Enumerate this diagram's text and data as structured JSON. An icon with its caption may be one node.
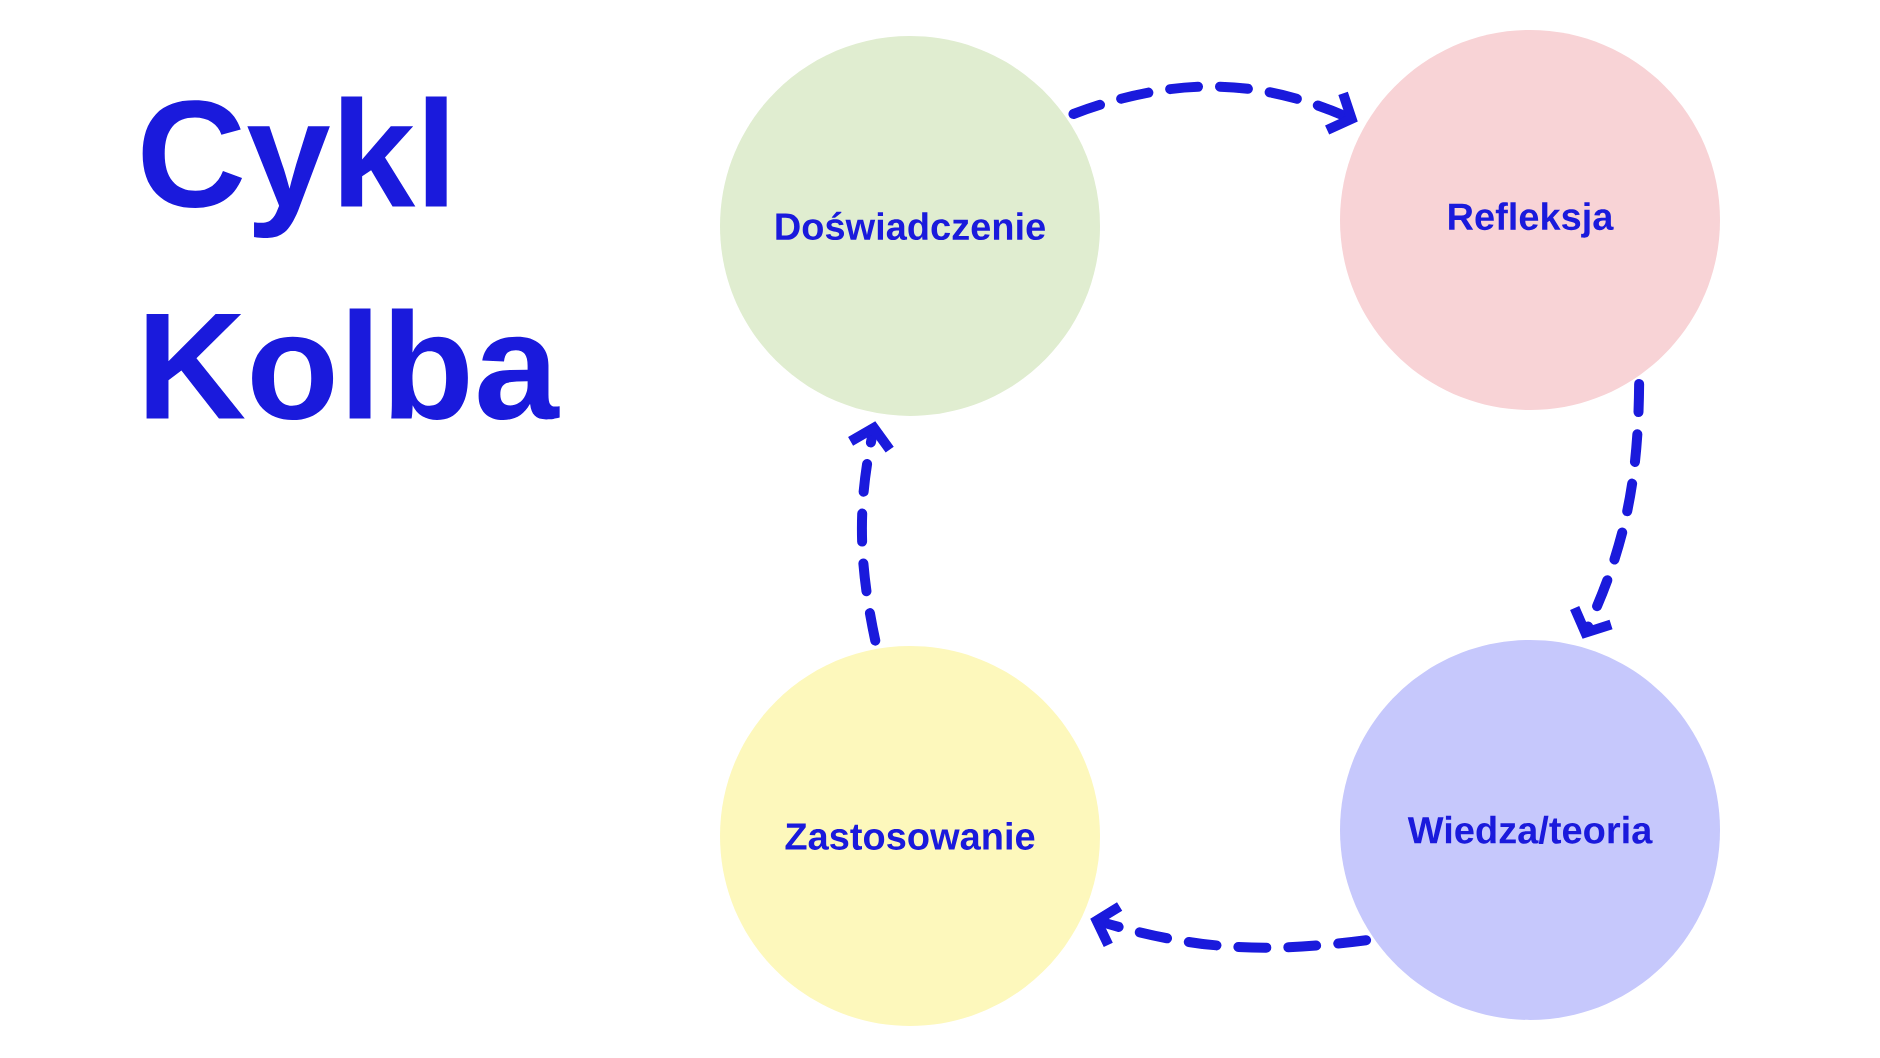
{
  "diagram": {
    "title": "Cykl Kolba",
    "nodes": [
      {
        "text": [
          "Doświadczenie"
        ]
      },
      {
        "text": [
          "Refleksja"
        ]
      },
      {
        "text": [
          "Wiedza/teoria"
        ]
      },
      {
        "text": [
          "Zastosowanie"
        ]
      }
    ],
    "edges": [
      {
        "from": 0,
        "to": 1,
        "arrow": "to",
        "style": "dashed"
      },
      {
        "from": 1,
        "to": 2,
        "arrow": "to",
        "style": "dashed"
      },
      {
        "from": 2,
        "to": 3,
        "arrow": "to",
        "style": "dashed"
      },
      {
        "from": 3,
        "to": 0,
        "arrow": "to",
        "style": "dashed"
      }
    ]
  }
}
